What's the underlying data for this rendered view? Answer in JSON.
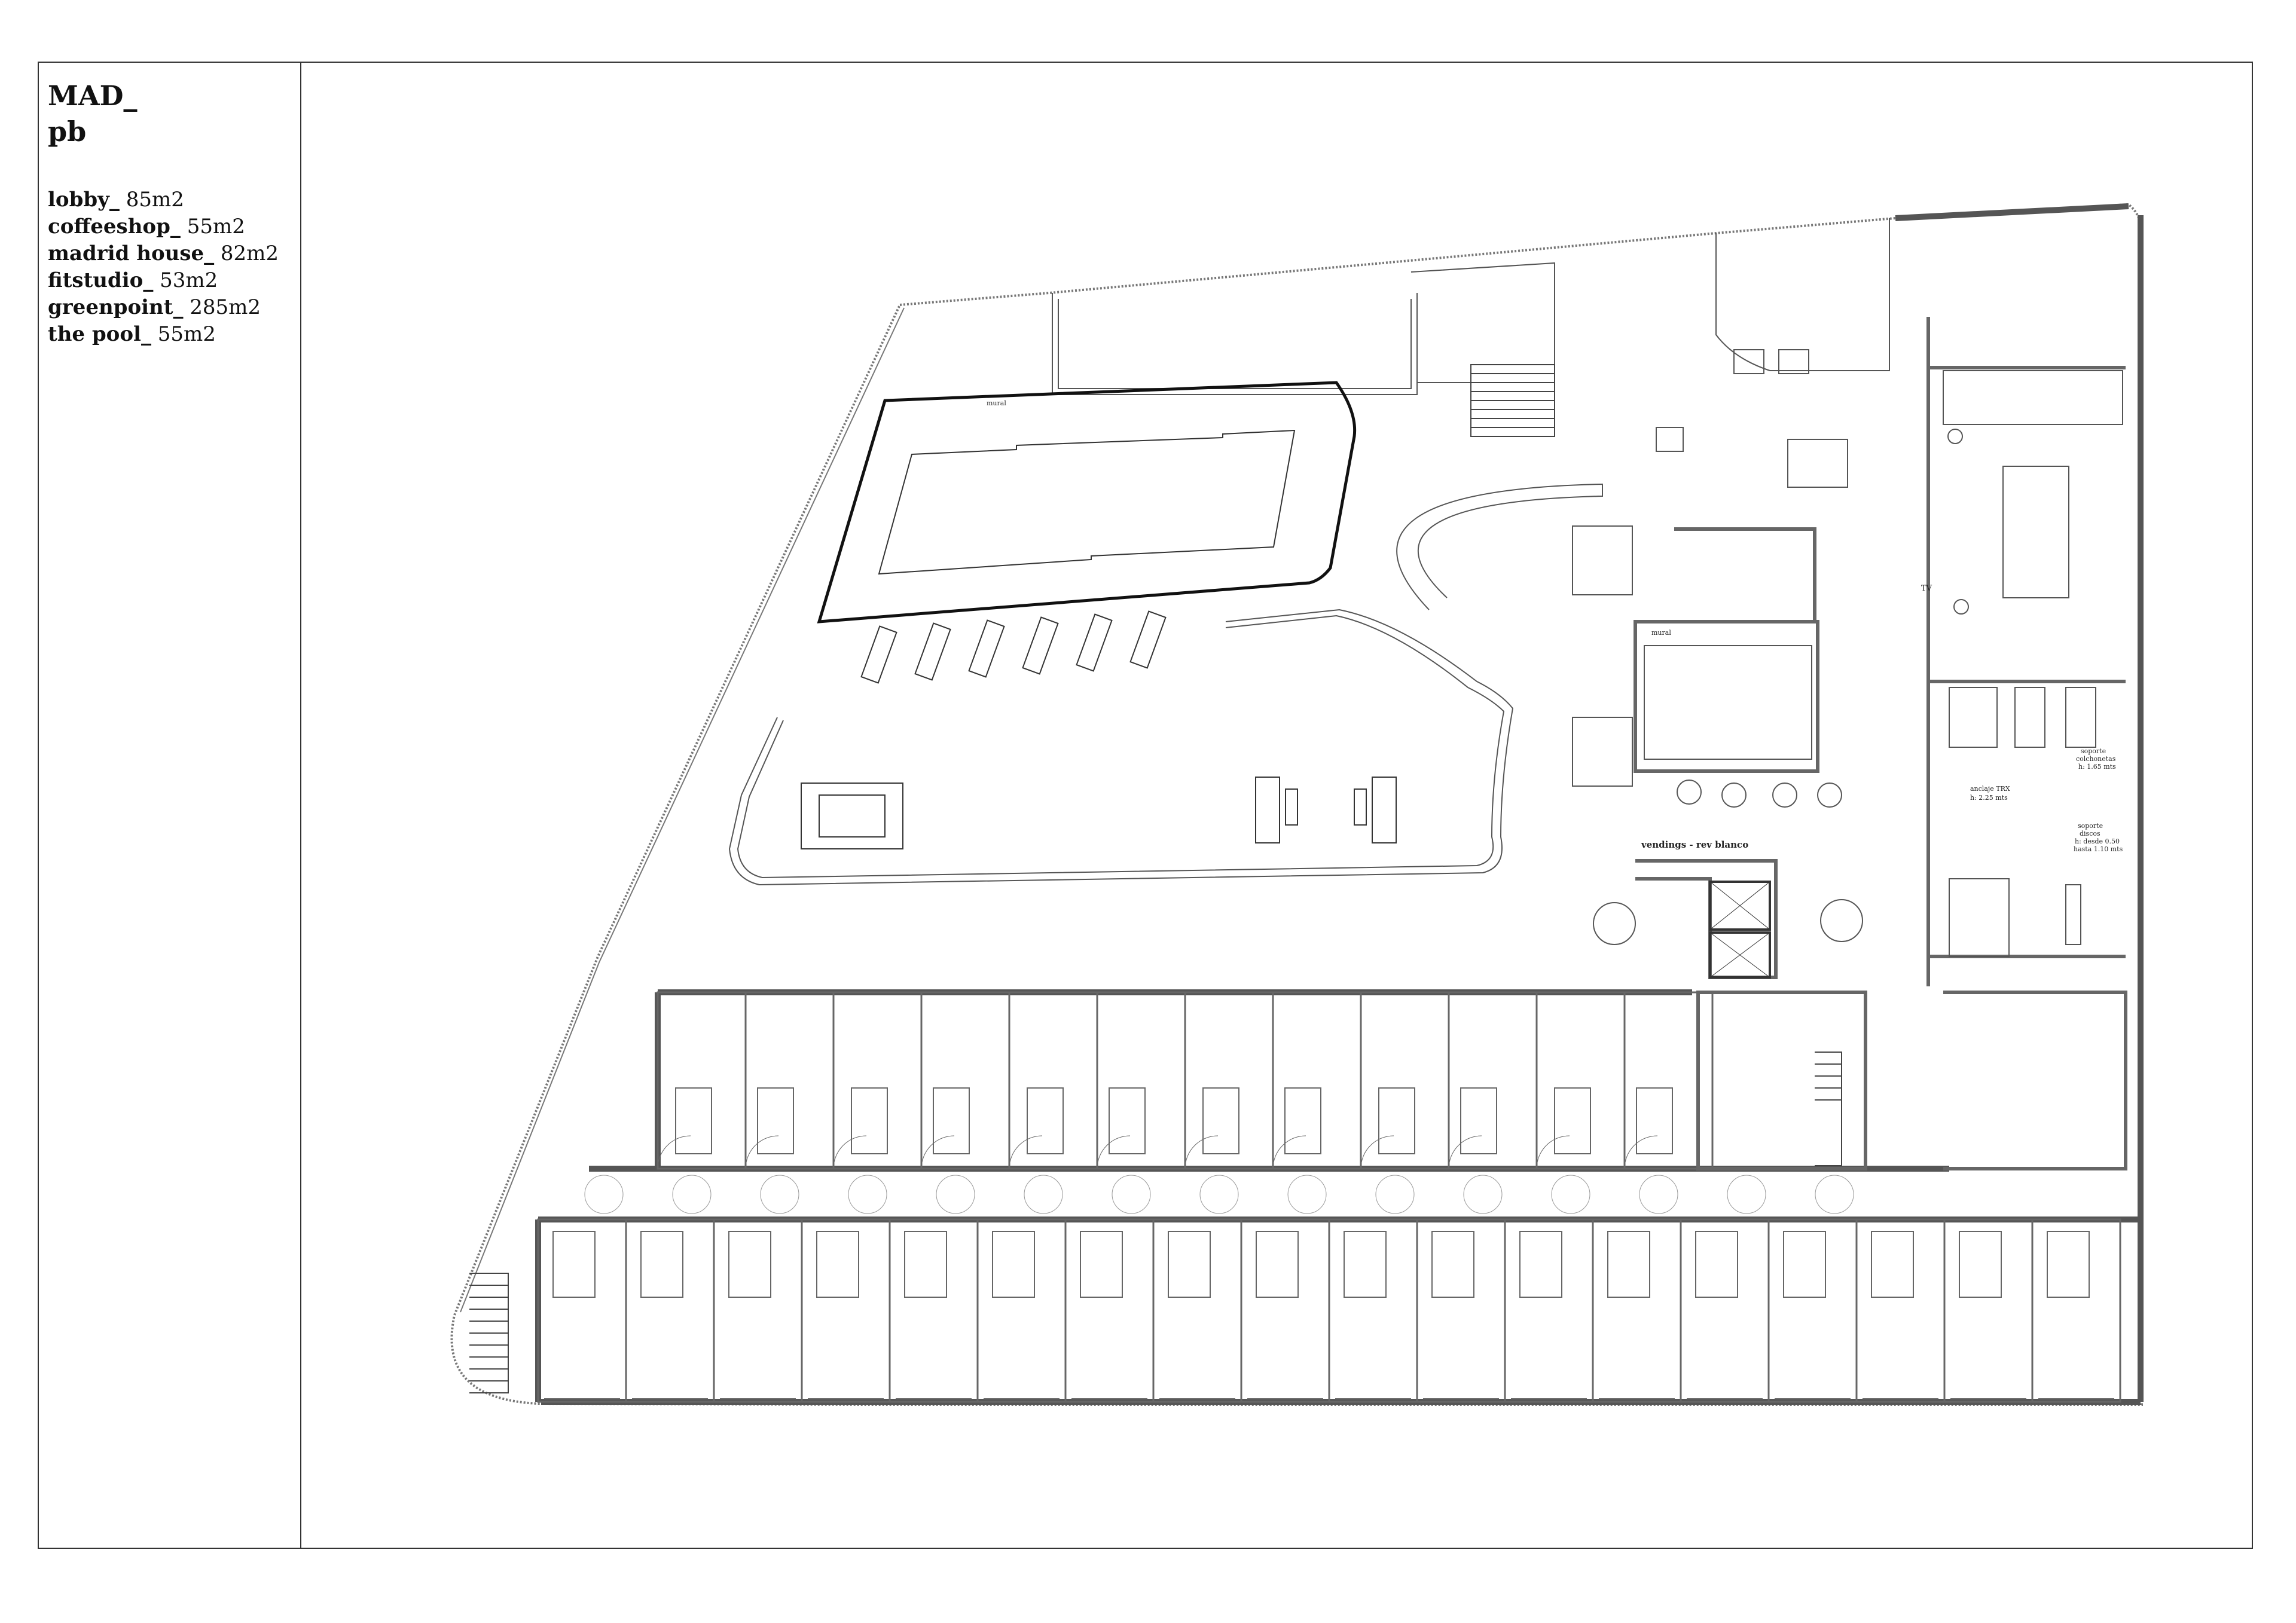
{
  "sheet": {
    "title_line1": "MAD_",
    "title_line2": "pb"
  },
  "areas": [
    {
      "name": "lobby_",
      "value": "85m2"
    },
    {
      "name": "coffeeshop_",
      "value": "55m2"
    },
    {
      "name": "madrid house_",
      "value": "82m2"
    },
    {
      "name": "fitstudio_",
      "value": "53m2"
    },
    {
      "name": "greenpoint_",
      "value": "285m2"
    },
    {
      "name": "the pool_",
      "value": "55m2"
    }
  ],
  "plan_labels": {
    "vendings": "vendings - rev blanco",
    "anclaje": "anclaje TRX",
    "anclaje_h": "h: 2.25 mts",
    "soporte_colchonetas": "soporte",
    "colchonetas": "colchonetas",
    "colch_h": "h: 1.65 mts",
    "soporte_discos": "soporte",
    "discos": "discos",
    "discos_h1": "h: desde 0.50",
    "discos_h2": "hasta 1.10 mts",
    "tv": "TV",
    "mural_pool": "mural",
    "mural_lobby": "mural"
  }
}
